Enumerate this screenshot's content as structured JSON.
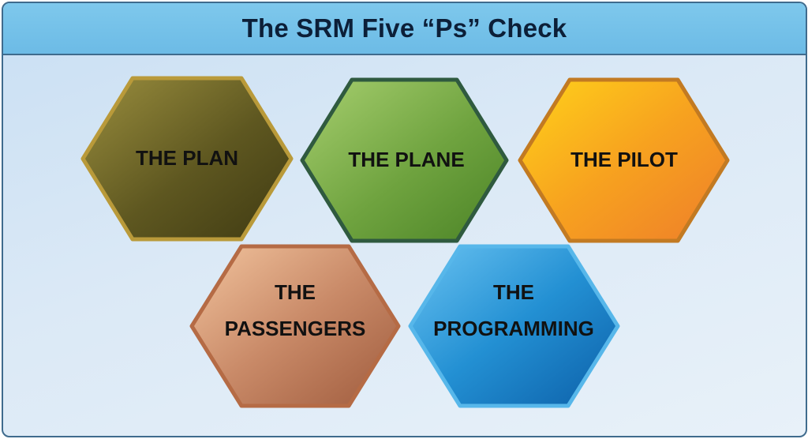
{
  "title": "The SRM Five “Ps” Check",
  "items": [
    {
      "id": "plan",
      "lines": [
        "THE PLAN"
      ]
    },
    {
      "id": "plane",
      "lines": [
        "THE PLANE"
      ]
    },
    {
      "id": "pilot",
      "lines": [
        "THE PILOT"
      ]
    },
    {
      "id": "passengers",
      "lines": [
        "THE",
        "PASSENGERS"
      ]
    },
    {
      "id": "programming",
      "lines": [
        "THE",
        "PROGRAMMING"
      ]
    }
  ],
  "colors": {
    "plan": "#6b6325",
    "plane": "#6ea33f",
    "pilot": "#f7a11e",
    "passengers": "#c98a6a",
    "programming": "#1f86c9",
    "title_bar": "#74c2e9"
  }
}
